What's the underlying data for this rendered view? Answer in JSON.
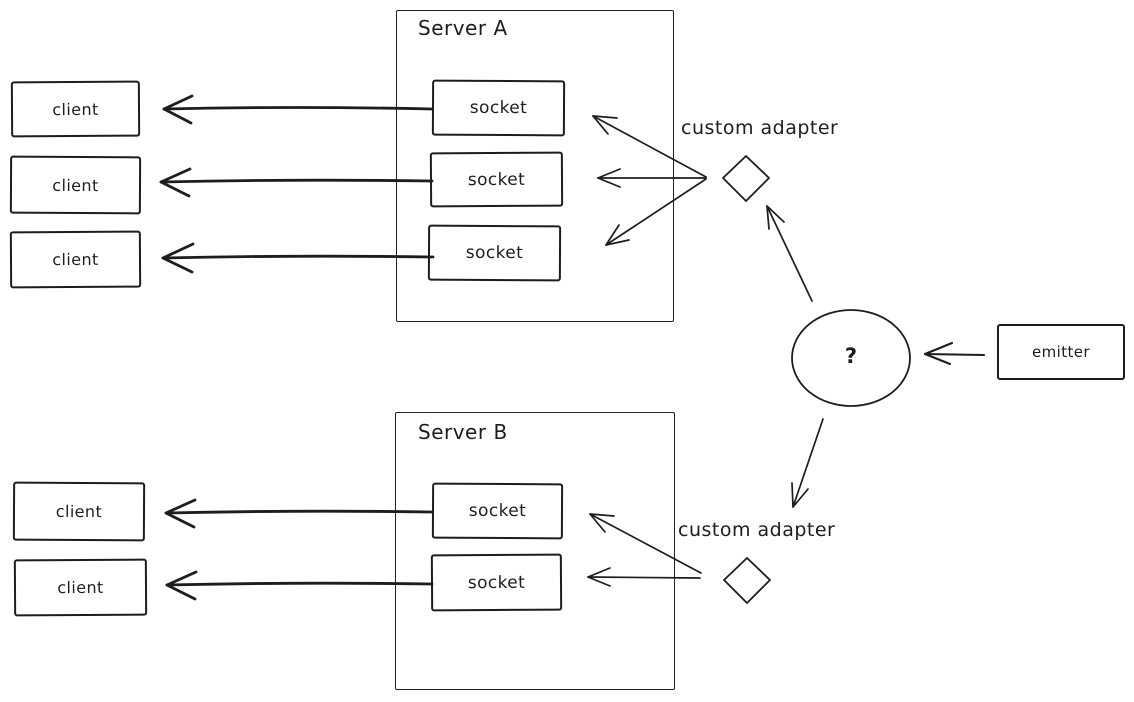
{
  "colors": {
    "ink": "#1d1d1d",
    "background": "#ffffff"
  },
  "server_a": {
    "title": "Server A",
    "sockets": [
      "socket",
      "socket",
      "socket"
    ]
  },
  "server_b": {
    "title": "Server B",
    "sockets": [
      "socket",
      "socket"
    ]
  },
  "clients_a": [
    "client",
    "client",
    "client"
  ],
  "clients_b": [
    "client",
    "client"
  ],
  "adapter_a": {
    "label": "custom adapter"
  },
  "adapter_b": {
    "label": "custom adapter"
  },
  "router": {
    "label": "?"
  },
  "emitter": {
    "label": "emitter"
  }
}
